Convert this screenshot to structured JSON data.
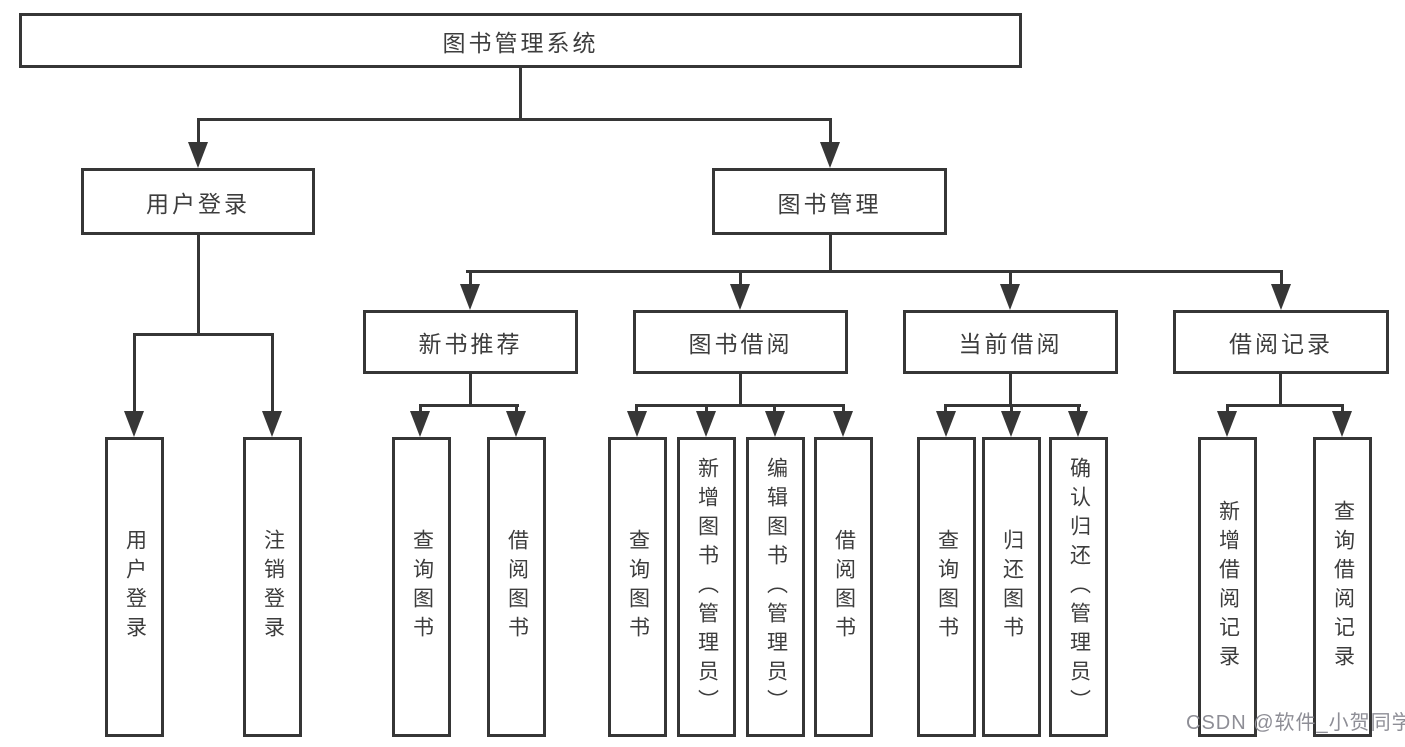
{
  "diagram": {
    "root": "图书管理系统",
    "branches": {
      "user_login": {
        "label": "用户登录",
        "children": [
          "用户登录",
          "注销登录"
        ]
      },
      "book_management": {
        "label": "图书管理",
        "children": [
          {
            "label": "新书推荐",
            "children": [
              "查询图书",
              "借阅图书"
            ]
          },
          {
            "label": "图书借阅",
            "children": [
              "查询图书",
              "新增图书（管理员）",
              "编辑图书（管理员）",
              "借阅图书"
            ]
          },
          {
            "label": "当前借阅",
            "children": [
              "查询图书",
              "归还图书",
              "确认归还（管理员）"
            ]
          },
          {
            "label": "借阅记录",
            "children": [
              "新增借阅记录",
              "查询借阅记录"
            ]
          }
        ]
      }
    }
  },
  "watermark": "CSDN @软件_小贺同学",
  "colors": {
    "line": "#363636",
    "text": "#3d3d3d",
    "bg": "#ffffff",
    "watermark": "#8e8e96"
  }
}
